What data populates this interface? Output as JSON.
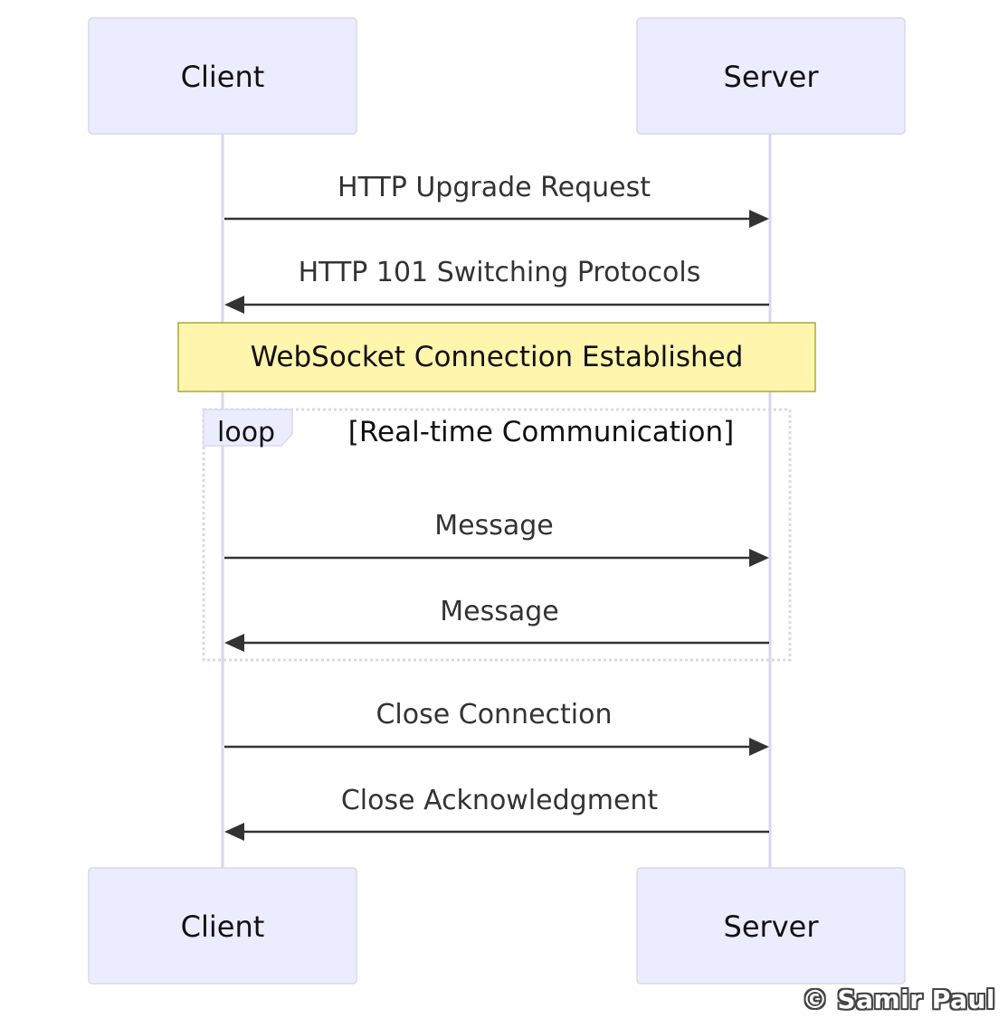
{
  "participants": [
    {
      "id": "client",
      "label": "Client"
    },
    {
      "id": "server",
      "label": "Server"
    }
  ],
  "messages": [
    {
      "from": "client",
      "to": "server",
      "label": "HTTP Upgrade Request"
    },
    {
      "from": "server",
      "to": "client",
      "label": "HTTP 101 Switching Protocols"
    },
    {
      "from": "client",
      "to": "server",
      "label": "Message"
    },
    {
      "from": "server",
      "to": "client",
      "label": "Message"
    },
    {
      "from": "client",
      "to": "server",
      "label": "Close Connection"
    },
    {
      "from": "server",
      "to": "client",
      "label": "Close Acknowledgment"
    }
  ],
  "note": {
    "label": "WebSocket Connection Established",
    "over": [
      "client",
      "server"
    ]
  },
  "loop": {
    "keyword": "loop",
    "title": "[Real-time Communication]"
  },
  "watermark": "© Samir Paul"
}
